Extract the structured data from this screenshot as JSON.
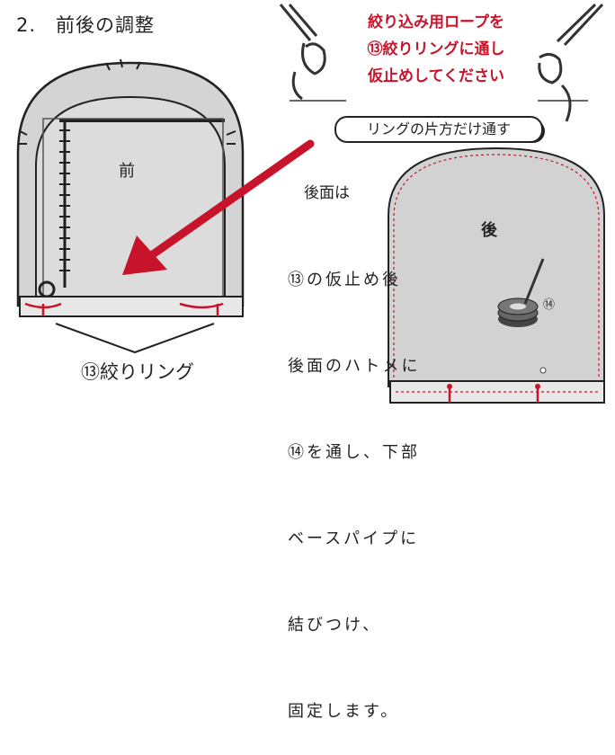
{
  "heading": "2.　前後の調整",
  "instruction": {
    "line1": "絞り込み用ロープを",
    "line2": "⑬絞りリングに通し",
    "line3": "仮止めしてください"
  },
  "ring_note": "リングの片方だけ通す",
  "front_label": "前",
  "rear_label": "後",
  "rear_title": "後面は",
  "rear_body": [
    "⑬の仮止め後",
    "後面のハトメに",
    "⑭を通し、下部",
    "ベースパイプに",
    "結びつけ、",
    "固定します。"
  ],
  "ring_caption": "⑬絞りリング",
  "part14_label": "⑭",
  "colors": {
    "accent": "#c8142b",
    "panel": "#d8d8d8",
    "ink": "#222222"
  }
}
